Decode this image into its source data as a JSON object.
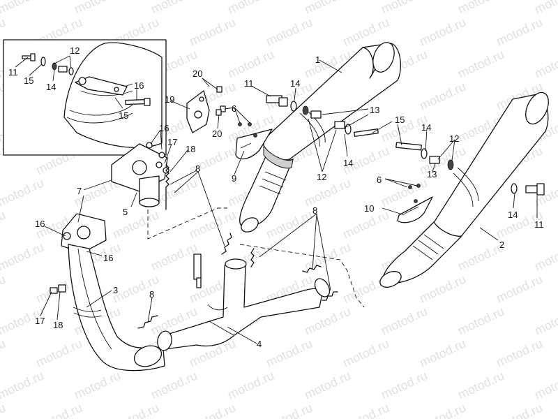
{
  "diagram": {
    "watermark_text": "motod.ru",
    "callouts": [
      {
        "id": "c1",
        "label": "1"
      },
      {
        "id": "c2",
        "label": "2"
      },
      {
        "id": "c3",
        "label": "3"
      },
      {
        "id": "c4",
        "label": "4"
      },
      {
        "id": "c5",
        "label": "5"
      },
      {
        "id": "c6a",
        "label": "6"
      },
      {
        "id": "c6b",
        "label": "6"
      },
      {
        "id": "c7",
        "label": "7"
      },
      {
        "id": "c8a",
        "label": "8"
      },
      {
        "id": "c8b",
        "label": "8"
      },
      {
        "id": "c8c",
        "label": "8"
      },
      {
        "id": "c9",
        "label": "9"
      },
      {
        "id": "c10",
        "label": "10"
      },
      {
        "id": "c11a",
        "label": "11"
      },
      {
        "id": "c11b",
        "label": "11"
      },
      {
        "id": "c11c",
        "label": "11"
      },
      {
        "id": "c12a",
        "label": "12"
      },
      {
        "id": "c12b",
        "label": "12"
      },
      {
        "id": "c12c",
        "label": "12"
      },
      {
        "id": "c13a",
        "label": "13"
      },
      {
        "id": "c13b",
        "label": "13"
      },
      {
        "id": "c14a",
        "label": "14"
      },
      {
        "id": "c14b",
        "label": "14"
      },
      {
        "id": "c14c",
        "label": "14"
      },
      {
        "id": "c14d",
        "label": "14"
      },
      {
        "id": "c14e",
        "label": "14"
      },
      {
        "id": "c15a",
        "label": "15"
      },
      {
        "id": "c15b",
        "label": "15"
      },
      {
        "id": "c15c",
        "label": "15"
      },
      {
        "id": "c16a",
        "label": "16"
      },
      {
        "id": "c16b",
        "label": "16"
      },
      {
        "id": "c16c",
        "label": "16"
      },
      {
        "id": "c16d",
        "label": "16"
      },
      {
        "id": "c17a",
        "label": "17"
      },
      {
        "id": "c17b",
        "label": "17"
      },
      {
        "id": "c18a",
        "label": "18"
      },
      {
        "id": "c18b",
        "label": "18"
      },
      {
        "id": "c19",
        "label": "19"
      },
      {
        "id": "c20a",
        "label": "20"
      },
      {
        "id": "c20b",
        "label": "20"
      }
    ]
  }
}
